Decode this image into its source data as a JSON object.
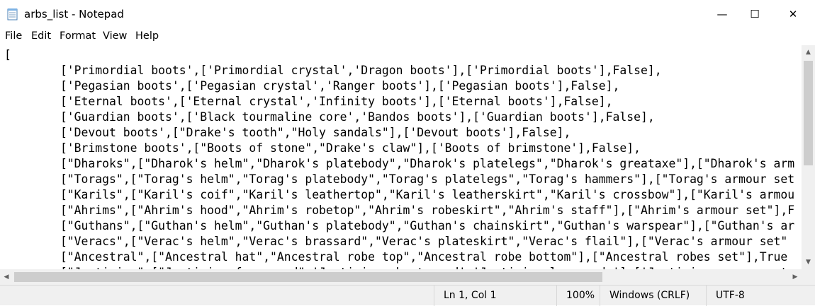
{
  "window": {
    "title": "arbs_list - Notepad",
    "minimize_glyph": "—",
    "maximize_glyph": "☐",
    "close_glyph": "✕"
  },
  "menu": [
    "File",
    "Edit",
    "Format",
    "View",
    "Help"
  ],
  "editor": {
    "lines": [
      "[",
      "\t['Primordial boots',['Primordial crystal','Dragon boots'],['Primordial boots'],False],",
      "\t['Pegasian boots',['Pegasian crystal','Ranger boots'],['Pegasian boots'],False],",
      "\t['Eternal boots',['Eternal crystal','Infinity boots'],['Eternal boots'],False],",
      "\t['Guardian boots',['Black tourmaline core','Bandos boots'],['Guardian boots'],False],",
      "\t['Devout boots',[\"Drake's tooth\",\"Holy sandals\"],['Devout boots'],False],",
      "\t['Brimstone boots',[\"Boots of stone\",\"Drake's claw\"],['Boots of brimstone'],False],",
      "\t[\"Dharoks\",[\"Dharok's helm\",\"Dharok's platebody\",\"Dharok's platelegs\",\"Dharok's greataxe\"],[\"Dharok's arm",
      "\t[\"Torags\",[\"Torag's helm\",\"Torag's platebody\",\"Torag's platelegs\",\"Torag's hammers\"],[\"Torag's armour set",
      "\t[\"Karils\",[\"Karil's coif\",\"Karil's leathertop\",\"Karil's leatherskirt\",\"Karil's crossbow\"],[\"Karil's armou",
      "\t[\"Ahrims\",[\"Ahrim's hood\",\"Ahrim's robetop\",\"Ahrim's robeskirt\",\"Ahrim's staff\"],[\"Ahrim's armour set\"],F",
      "\t[\"Guthans\",[\"Guthan's helm\",\"Guthan's platebody\",\"Guthan's chainskirt\",\"Guthan's warspear\"],[\"Guthan's ar",
      "\t[\"Veracs\",[\"Verac's helm\",\"Verac's brassard\",\"Verac's plateskirt\",\"Verac's flail\"],[\"Verac's armour set\"",
      "\t[\"Ancestral\",[\"Ancestral hat\",\"Ancestral robe top\",\"Ancestral robe bottom\"],[\"Ancestral robes set\"],True",
      "\t[\"Justiciar\",[\"Justiciar faceguard\",'Justiciar chestguard','Justiciar legguards'],['Justiciar armour set"
    ]
  },
  "status": {
    "position": "Ln 1, Col 1",
    "zoom": "100%",
    "line_ending": "Windows (CRLF)",
    "encoding": "UTF-8"
  }
}
